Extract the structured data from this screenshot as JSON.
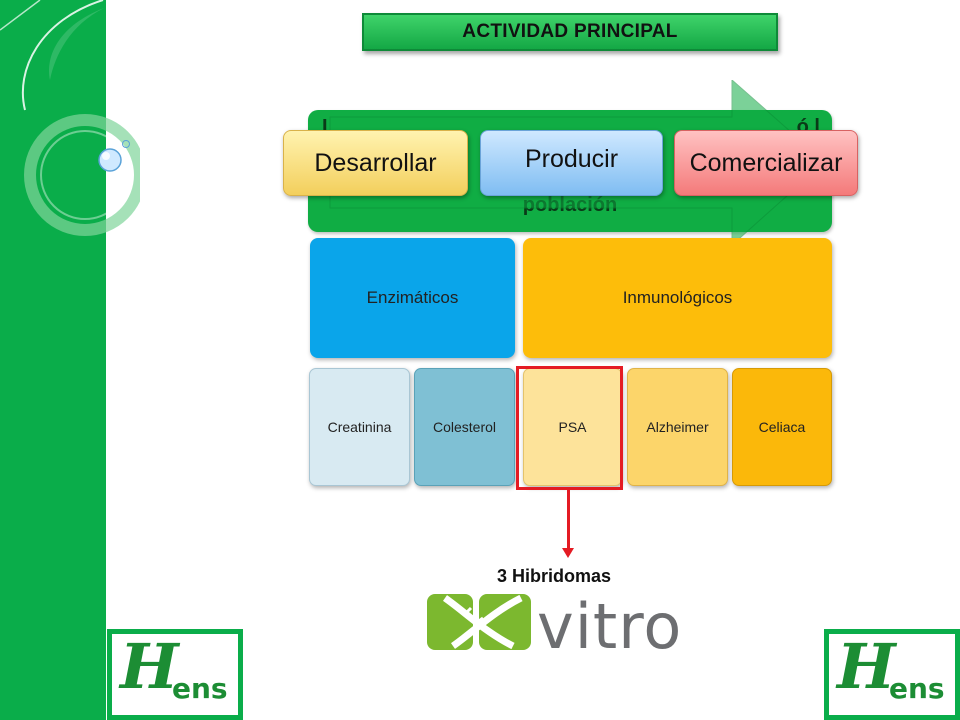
{
  "slide": {
    "title": "ACTIVIDAD PRINCIPAL"
  },
  "green_box": {
    "text_fragment_left": "I",
    "text_fragment_right": "ó l",
    "text_bottom": "población"
  },
  "process_steps": [
    {
      "label": "Desarrollar",
      "color": "#f3cf5c"
    },
    {
      "label": "Producir",
      "color": "#7fbdf2"
    },
    {
      "label": "Comercializar",
      "color": "#f47a7a"
    }
  ],
  "categories": [
    {
      "label": "Enzimáticos",
      "color": "#0aa5ea"
    },
    {
      "label": "Inmunológicos",
      "color": "#fdbd0a"
    }
  ],
  "tests": [
    {
      "label": "Creatinina",
      "category": "Enzimáticos"
    },
    {
      "label": "Colesterol",
      "category": "Enzimáticos"
    },
    {
      "label": "PSA",
      "category": "Inmunológicos",
      "highlighted": true
    },
    {
      "label": "Alzheimer",
      "category": "Inmunológicos"
    },
    {
      "label": "Celiaca",
      "category": "Inmunológicos"
    }
  ],
  "annotation": {
    "label": "3 Hibridomas",
    "color": "#e41b23"
  },
  "partner_logo": {
    "text": "vitro"
  },
  "brand_logo": {
    "letter": "H",
    "suffix": "ens"
  },
  "colors": {
    "brand_green": "#0aad4a"
  }
}
